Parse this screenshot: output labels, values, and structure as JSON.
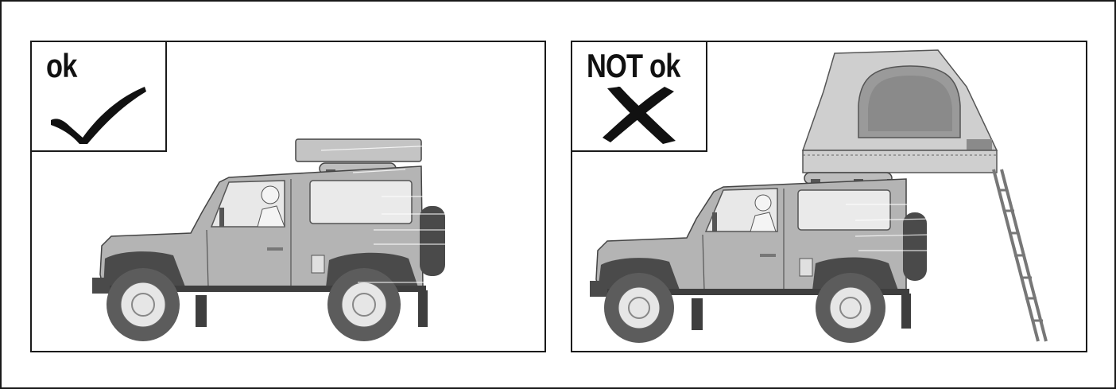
{
  "panels": [
    {
      "id": "ok",
      "label": "ok",
      "symbol": "check-mark-icon"
    },
    {
      "id": "not-ok",
      "label": "NOT ok",
      "symbol": "cross-mark-icon"
    }
  ],
  "colors": {
    "border": "#1a1a1a",
    "vehicle_body": "#b4b4b4",
    "vehicle_dark": "#4a4a4a",
    "tyre": "#5c5c5c",
    "tent": "#d0d0d0",
    "tent_window": "#9a9a9a",
    "mark": "#111111"
  }
}
